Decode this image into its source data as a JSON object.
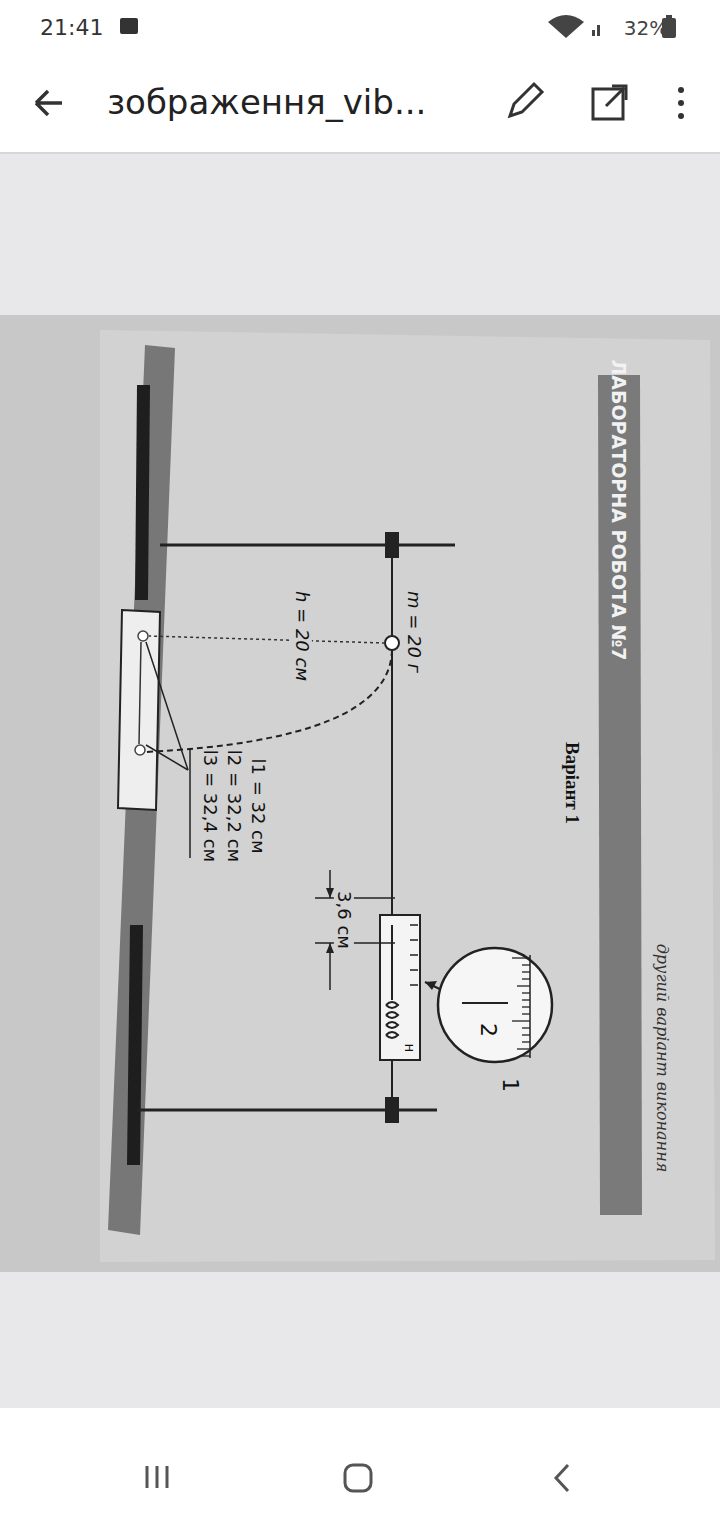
{
  "diagram": {
    "labels": [
      "21:41",
      "32%",
      "зображення_vib...",
      "другий варіант виконання",
      "ЛАБОРАТОРНА РОБОТА №7",
      "Варіант 1",
      "m = 20 г",
      "h = 20 см",
      "l1 = 32 см",
      "l2 = 32,2 см",
      "l3 = 32,4 см",
      "3,6 см",
      "2",
      "1",
      "Н"
    ]
  }
}
